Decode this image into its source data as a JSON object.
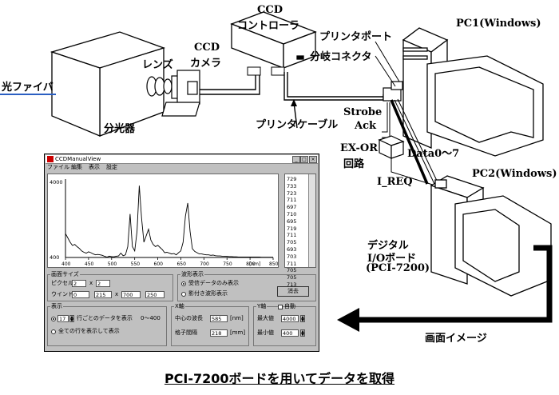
{
  "labels": {
    "fiber": "光ファイバ",
    "spectrometer": "分光器",
    "lens": "レンズ",
    "ccd_camera_1": "CCD",
    "ccd_camera_2": "カメラ",
    "ccd_controller_1": "CCD",
    "ccd_controller_2": "コントローラ",
    "printer_port": "プリンタポート",
    "splitter": "分岐コネクタ",
    "printer_cable": "プリンタケーブル",
    "strobe": "Strobe",
    "ack": "Ack",
    "exor_1": "EX-OR",
    "exor_2": "回路",
    "ireq": "I_REQ",
    "data": "Data0～7",
    "pc1": "PC1(Windows)",
    "pc2": "PC2(Windows)",
    "dio_1": "デジタル",
    "dio_2": "I/Oボード",
    "dio_3": "(PCI-7200)",
    "screen_image": "画面イメージ"
  },
  "caption": "PCI-7200ボードを用いてデータを取得",
  "app": {
    "title": "CCDManualView",
    "menus": [
      "ファイル",
      "編集",
      "表示",
      "設定"
    ],
    "y_top": "4000",
    "y_bottom": "400",
    "x_ticks": [
      "400",
      "450",
      "500",
      "550",
      "600",
      "650",
      "700",
      "750",
      "800",
      "850"
    ],
    "x_unit": "[nm]",
    "list_items": [
      "729",
      "733",
      "723",
      "711",
      "697",
      "710",
      "695",
      "719",
      "711",
      "705",
      "693",
      "703",
      "711",
      "705",
      "705",
      "713"
    ],
    "group_display_size": "画面サイズ",
    "pixel_label": "ピクセル",
    "pixel_w": "2",
    "x_sep": "x",
    "pixel_h": "2",
    "window_label": "ウインドウ",
    "win_x": "0",
    "win_y": "215",
    "x_sep2": "x",
    "win_w": "700",
    "win_h": "250",
    "group_shadow": "波形表示",
    "radio_realtime": "受信データのみ表示",
    "radio_shadow": "影付き波形表示",
    "button_clear": "消去",
    "group_show": "表示",
    "show_rows": "17",
    "show_rows_text": "行ごとのデータを表示",
    "show_range": "0～400",
    "radio_all": "全ての行を表示して表示",
    "group_x": "X軸",
    "center_wavelength_label": "中心の波長",
    "center_wavelength": "585",
    "center_unit": "[nm]",
    "grating_label": "格子間隔",
    "grating": "218",
    "grating_unit": "[mm]",
    "group_y": "Y軸",
    "auto_label": "自動",
    "max_label": "最大値",
    "max_value": "4000",
    "min_label": "最小値",
    "min_value": "400"
  },
  "chart_data": {
    "type": "line",
    "x": [
      400,
      405,
      410,
      415,
      420,
      425,
      430,
      435,
      440,
      445,
      450,
      455,
      460,
      465,
      470,
      475,
      480,
      485,
      490,
      495,
      500,
      505,
      510,
      515,
      520,
      525,
      530,
      535,
      540,
      545,
      550,
      555,
      560,
      565,
      570,
      575,
      580,
      585,
      590,
      595,
      600,
      605,
      610,
      615,
      620,
      625,
      630,
      635,
      640,
      645,
      650,
      655,
      660,
      665,
      670,
      675,
      680,
      685,
      690,
      695,
      700,
      705,
      710,
      715,
      720,
      725,
      730,
      735,
      740,
      745,
      750,
      755,
      760,
      765,
      770,
      775,
      780,
      785,
      790,
      795,
      800,
      805,
      810,
      815,
      820,
      825,
      830,
      835,
      840,
      845,
      850
    ],
    "values": [
      1500,
      1300,
      1100,
      950,
      1000,
      900,
      820,
      700,
      640,
      600,
      660,
      620,
      560,
      520,
      540,
      520,
      500,
      450,
      420,
      460,
      440,
      430,
      460,
      470,
      600,
      480,
      520,
      900,
      2400,
      900,
      700,
      1600,
      3700,
      2200,
      1100,
      1400,
      1700,
      1200,
      1000,
      900,
      960,
      860,
      760,
      620,
      640,
      600,
      560,
      580,
      520,
      620,
      700,
      1100,
      2300,
      2900,
      1600,
      800,
      680,
      620,
      560,
      560,
      540,
      520,
      520,
      500,
      510,
      480,
      470,
      470,
      460,
      450,
      450,
      440,
      440,
      430,
      430,
      420,
      420,
      420,
      420,
      420,
      420,
      420,
      420,
      420,
      420,
      410,
      410,
      410,
      410,
      410,
      410
    ],
    "ylim": [
      400,
      4000
    ],
    "xlim": [
      400,
      850
    ]
  }
}
